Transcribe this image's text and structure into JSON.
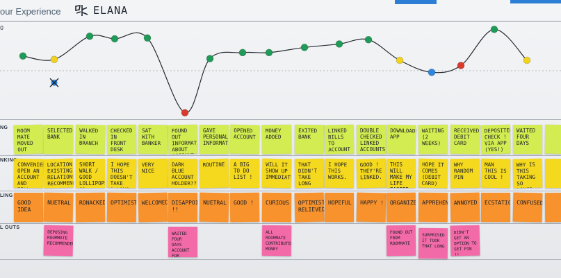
{
  "board": {
    "title": "our Experience",
    "persona_name": "ELANA",
    "colors": {
      "doing": "#d2ec52",
      "thinking": "#f5d91f",
      "feeling": "#f7922d",
      "callouts": "#f36aa8",
      "positive_dot": "#1f9a57",
      "neutral_dot": "#f1d21e",
      "negative_dot": "#d93a2b",
      "low_dot": "#2e86de"
    }
  },
  "row_labels": {
    "doing": "NG",
    "thinking": "NKING",
    "feeling": "LING",
    "callouts": "L OUTS",
    "axis": "0"
  },
  "chart_data": {
    "type": "line",
    "x": [
      1,
      2,
      3,
      4,
      5,
      6,
      7,
      8,
      9,
      10,
      11,
      12,
      13,
      14,
      15,
      16,
      17,
      18
    ],
    "values": [
      2.1,
      1.7,
      4.4,
      4.1,
      4.2,
      -4.5,
      1.8,
      2.5,
      2.5,
      3.1,
      3.5,
      4.0,
      1.6,
      0.2,
      1.0,
      5.2,
      1.6,
      4.0
    ],
    "sentiment": [
      "positive",
      "neutral",
      "positive",
      "positive",
      "positive",
      "negative",
      "positive",
      "positive",
      "positive",
      "positive",
      "positive",
      "positive",
      "neutral",
      "low",
      "negative",
      "positive",
      "neutral",
      "positive"
    ],
    "extra_marks": [
      {
        "x": 2,
        "y": -1.0,
        "sentiment": "crossed-blue"
      }
    ],
    "ylim": [
      -5.5,
      6.2
    ],
    "grid": false
  },
  "stages": [
    {
      "doing": "Room mate\nmoved\nout",
      "thinking": "Convenient\nopen an\naccount and\nfill",
      "feeling": "Good\nidea",
      "callout": ""
    },
    {
      "doing": "Selected\nbank",
      "thinking": "Location\nexisting\nrelationship\nrecommended",
      "feeling": "Nuetral",
      "callout": "Deposing\nroommate\nrecommended"
    },
    {
      "doing": "Walked\nin\nbranch",
      "thinking": "Short\nwalk / Good\nlollipops !!",
      "feeling": "Ronacked",
      "callout": ""
    },
    {
      "doing": "Checked in\nfront desk",
      "thinking": "I hope this\ndoesn't take\na long time",
      "feeling": "Optimistic",
      "callout": ""
    },
    {
      "doing": "Sat with\nbanker",
      "thinking": "Very\nnice",
      "feeling": "Welcomed",
      "callout": ""
    },
    {
      "doing": "Found out\ninformation\nabout\naccount",
      "thinking": "Dark blue\naccount\nholder??!",
      "feeling": "Disappointed\n!!",
      "callout": "Waited four\ndays\naccount for\nroommate"
    },
    {
      "doing": "Gave\npersonal\ninformation",
      "thinking": "Routine",
      "feeling": "Nuetral",
      "callout": ""
    },
    {
      "doing": "Opened\naccount",
      "thinking": "A big to do\nlist !",
      "feeling": "Good !",
      "callout": ""
    },
    {
      "doing": "Money\nadded",
      "thinking": "Will it\nshow up\nimmediately",
      "feeling": "Curious",
      "callout": "All roommate\ncontributed\nmoney"
    },
    {
      "doing": "Exited\nbank",
      "thinking": "That\ndidn't\ntake long",
      "feeling": "Optimistic\nRelieved",
      "callout": ""
    },
    {
      "doing": "Linked\nbills\nto account",
      "thinking": "I hope\nthis\nworks.",
      "feeling": "Hopeful",
      "callout": ""
    },
    {
      "doing": "Double\nchecked\nlinked\naccounts",
      "thinking": "Good !\nthey're\nlinked.",
      "feeling": "Happy !",
      "callout": ""
    },
    {
      "doing": "Downloaded\napp",
      "thinking": "This will\nmake my\nlife easier",
      "feeling": "Organized",
      "callout": "Found out\nfrom\nroommate"
    },
    {
      "doing": "Waiting\n(2 weeks)",
      "thinking": "Hope it\ncomes\n(debit card)",
      "feeling": "Apprehensive",
      "callout": "Surprised\nit took\nthat long"
    },
    {
      "doing": "Received\ndebit\ncard",
      "thinking": "Why\nrandom\npin",
      "feeling": "Annoyed",
      "callout": "Didn't\nget an\noption to\nset pin !!"
    },
    {
      "doing": "Deposited\ncheck !\nvia app\n(Yes!)",
      "thinking": "Man\nthis is\ncool !",
      "feeling": "Ecstatic",
      "callout": ""
    },
    {
      "doing": "Waited\nfour\ndays",
      "thinking": "Why is\nthis taking\nso long?",
      "feeling": "Confused",
      "callout": ""
    },
    {
      "doing": "",
      "thinking": "",
      "feeling": "",
      "callout": ""
    }
  ]
}
